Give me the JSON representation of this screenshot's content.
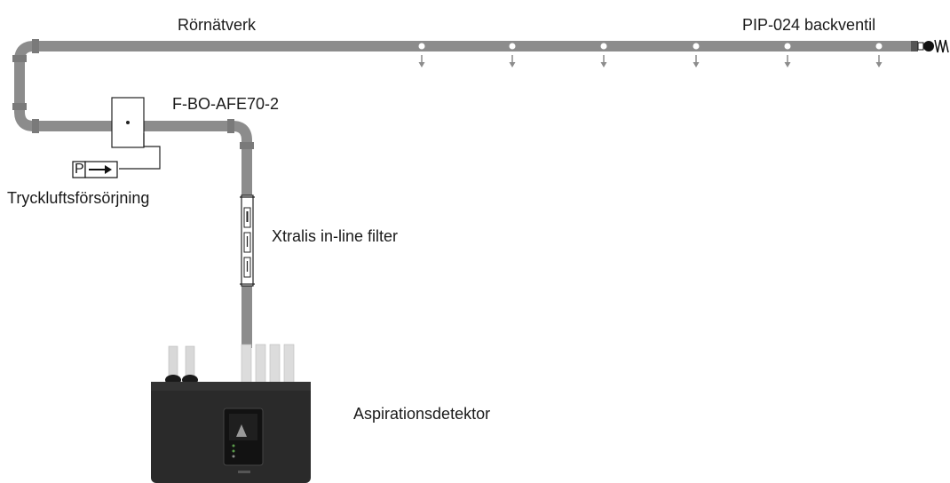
{
  "labels": {
    "pipe_network": "Rörnätverk",
    "check_valve": "PIP-024 backventil",
    "valve_unit": "F-BO-AFE70-2",
    "compressed_air": "Tryckluftsförsörjning",
    "inline_filter": "Xtralis in-line filter",
    "detector": "Aspirationsdetektor",
    "pressure_symbol": "P"
  },
  "colors": {
    "pipe": "#8c8c8c",
    "pipe_joint": "#7a7a7a",
    "detector_body": "#2a2a2a",
    "text": "#1a1a1a"
  },
  "sampling_holes_count": 6
}
